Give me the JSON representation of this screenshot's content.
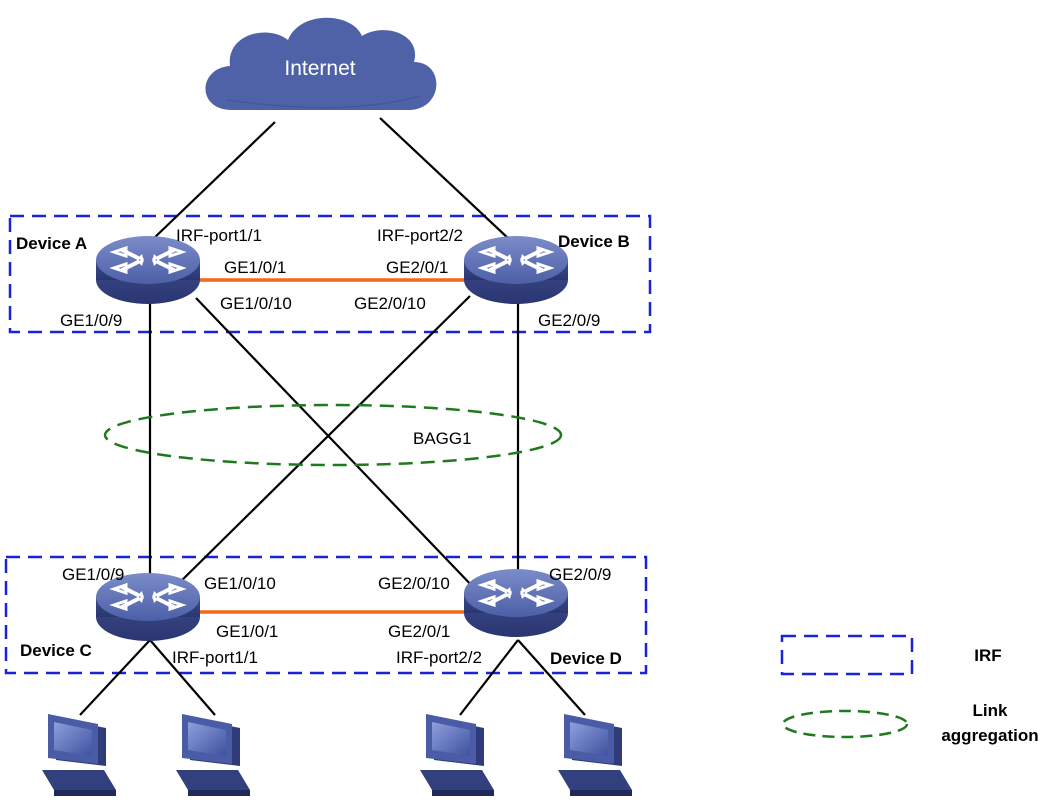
{
  "cloud": {
    "label": "Internet"
  },
  "devices": {
    "a": {
      "name": "Device A"
    },
    "b": {
      "name": "Device B"
    },
    "c": {
      "name": "Device C"
    },
    "d": {
      "name": "Device D"
    }
  },
  "ports": {
    "irf_a": "IRF-port1/1",
    "irf_b": "IRF-port2/2",
    "irf_c": "IRF-port1/1",
    "irf_d": "IRF-port2/2",
    "a_ge1_0_1": "GE1/0/1",
    "b_ge2_0_1": "GE2/0/1",
    "a_ge1_0_10": "GE1/0/10",
    "b_ge2_0_10": "GE2/0/10",
    "a_ge1_0_9": "GE1/0/9",
    "b_ge2_0_9": "GE2/0/9",
    "c_ge1_0_9": "GE1/0/9",
    "c_ge1_0_10": "GE1/0/10",
    "d_ge2_0_10": "GE2/0/10",
    "d_ge2_0_9": "GE2/0/9",
    "c_ge1_0_1": "GE1/0/1",
    "d_ge2_0_1": "GE2/0/1"
  },
  "aggregation": {
    "label": "BAGG1"
  },
  "legend": {
    "irf": "IRF",
    "link_line1": "Link",
    "link_line2": "aggregation"
  },
  "colors": {
    "device_blue": "#4f62a8",
    "irf_box": "#1a23d6",
    "link_aggregation": "#1f7a1f",
    "irf_link": "#ef6a1f"
  }
}
